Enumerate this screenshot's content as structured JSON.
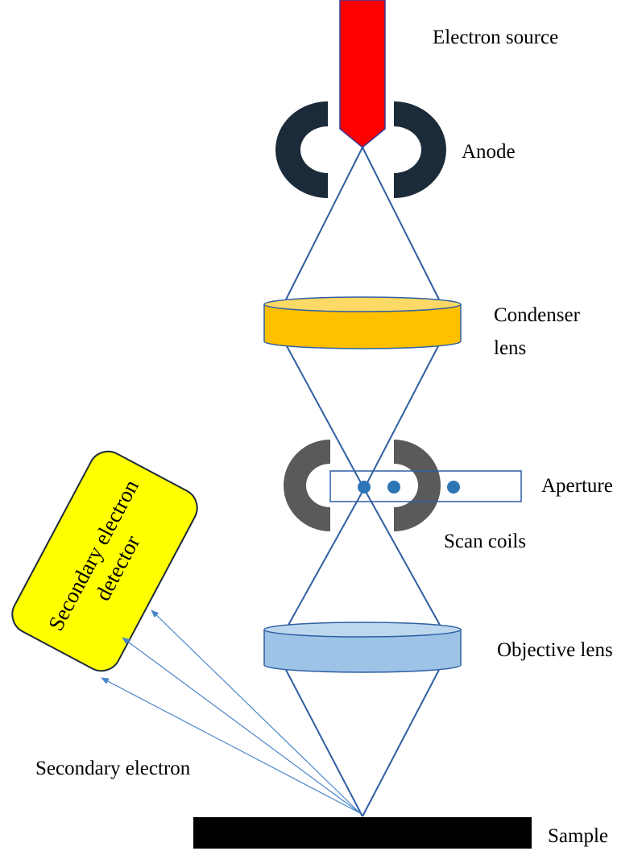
{
  "labels": {
    "electron_source": "Electron source",
    "anode": "Anode",
    "condenser_line1": "Condenser",
    "condenser_line2": "lens",
    "aperture": "Aperture",
    "scan_coils": "Scan coils",
    "objective_lens": "Objective lens",
    "detector_line1": "Secondary electron",
    "detector_line2": "detector",
    "secondary_electron": "Secondary electron",
    "sample": "Sample"
  },
  "colors": {
    "electron_source": "#ff0000",
    "anode": "#1c2b39",
    "condenser_lens": "#ffc000",
    "scan_coils": "#5a5a5a",
    "objective_lens": "#9dc3e6",
    "detector": "#ffff00",
    "beam": "#2e5fa3",
    "sample": "#000000",
    "aperture_dot": "#2e75b6"
  }
}
